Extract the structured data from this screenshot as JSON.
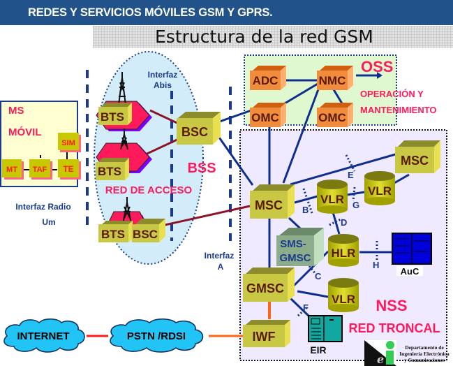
{
  "header": {
    "title": "REDES Y SERVICIOS MÓVILES GSM Y GPRS."
  },
  "slide": {
    "title": "Estructura de la red GSM"
  },
  "colors": {
    "header_bg": "#21538a",
    "node_olive": "#c8c844",
    "node_orange": "#f08c3c",
    "label_red": "#ff1a5c",
    "label_blue": "#1a3a8c",
    "link_blue": "#0f2f8f",
    "link_darkred": "#8c1428",
    "link_orange": "#ff6419",
    "cloud": "#22c3f5",
    "oss_bg": "#e0f8d0",
    "nss_bg": "#efeaff",
    "bss_bg": "#d2ecfa",
    "ms_bg": "#ffffd2"
  },
  "ms": {
    "title": "MS",
    "subtitle": "MÓVIL",
    "components": [
      "SIM",
      "MT",
      "TAF",
      "TE"
    ]
  },
  "interfaces": {
    "radio_line1": "Interfaz Radio",
    "radio_line2": "Um",
    "abis_line1": "Interfaz",
    "abis_line2": "Abis",
    "a_line1": "Interfaz",
    "a_line2": "A"
  },
  "bss": {
    "label": "BSS",
    "region_label": "RED DE ACCESO",
    "bts_labels": [
      "BTS",
      "BTS",
      "BTS"
    ],
    "bsc_labels": [
      "BSC",
      "BSC"
    ]
  },
  "oss": {
    "label": "OSS",
    "desc_line1": "OPERACIÓN Y",
    "desc_line2": "MANTENIMIENTO",
    "nodes": [
      "ADC",
      "NMC",
      "OMC",
      "OMC"
    ]
  },
  "nss": {
    "label": "NSS",
    "region_label": "RED TRONCAL",
    "msc1": "MSC",
    "msc2": "MSC",
    "vlr1": "VLR",
    "vlr2": "VLR",
    "vlr3": "VLR",
    "hlr": "HLR",
    "sms_gmsc_line1": "SMS-",
    "sms_gmsc_line2": "GMSC",
    "gmsc": "GMSC",
    "iwf": "IWF",
    "auc": "AuC",
    "eir": "EIR",
    "link_labels": [
      "B",
      "C",
      "D",
      "E",
      "F",
      "G",
      "H"
    ]
  },
  "external": {
    "internet": "INTERNET",
    "pstn": "PSTN /RDSI"
  },
  "logo": {
    "line1": "Departamento de",
    "line2": "Ingeniería Electrónica",
    "line3": "y Comunicaciones"
  }
}
